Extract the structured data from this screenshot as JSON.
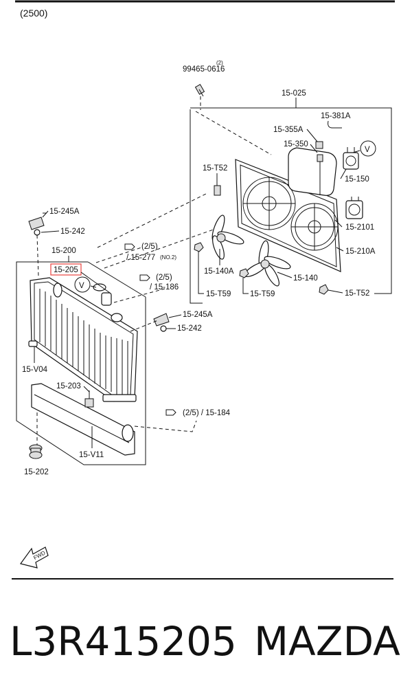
{
  "header": {
    "code": "(2500)"
  },
  "labels": {
    "bolt_qty": "(2)",
    "bolt_no": "99465-0616",
    "fan_assy": "15-025",
    "hose_381a": "15-381A",
    "cap_355a": "15-355A",
    "tank_350": "15-350",
    "t52_top": "15-T52",
    "motor_150": "15-150",
    "motor_2101": "15-2101",
    "shroud_210a": "15-210A",
    "fan_140a": "15-140A",
    "fan_140": "15-140",
    "t59_left": "15-T59",
    "t59_mid": "15-T59",
    "t52_bottom": "15-T52",
    "bracket_245a_top": "15-245A",
    "insul_242_top": "15-242",
    "radiator_200": "15-200",
    "cap_205": "15-205",
    "ref_277_page": "(2/5)",
    "ref_277_no": "/ 15-277",
    "ref_277_note": "(NO.2)",
    "ref_186_page": "(2/5)",
    "ref_186_no": "/ 15-186",
    "bracket_245a_right": "15-245A",
    "insul_242_right": "15-242",
    "v04": "15-V04",
    "plug_203": "15-203",
    "ref_184": "(2/5) / 15-184",
    "v11": "15-V11",
    "bush_202": "15-202",
    "callout_v1": "V",
    "callout_v2": "V",
    "fwd": "FWD"
  },
  "footer": {
    "part_number": "L3R415205",
    "brand": "MAZDA"
  },
  "highlight_color": "#e8413c"
}
